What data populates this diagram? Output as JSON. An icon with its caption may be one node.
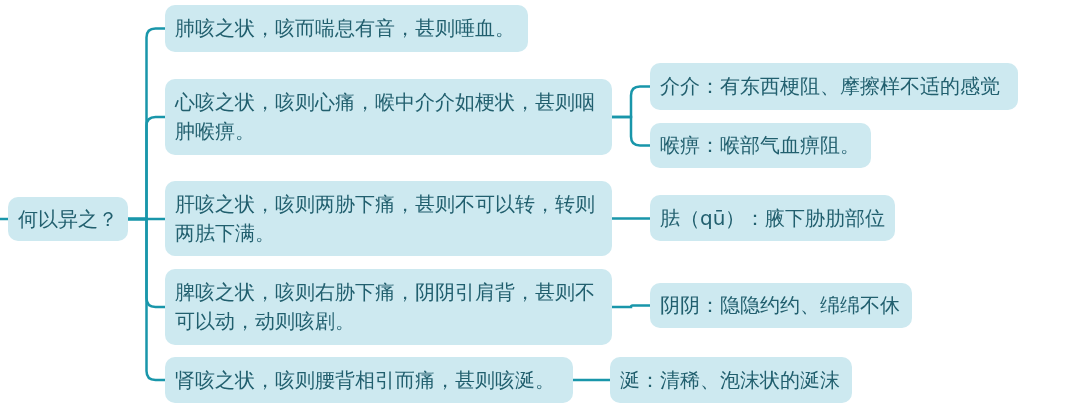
{
  "diagram": {
    "nodes": [
      {
        "text": [
          "何以异之？"
        ]
      },
      {
        "text": [
          "肺咳之状，咳而喘息有音，甚则唾血。"
        ]
      },
      {
        "text": [
          "心咳之状，咳则心痛，喉中介介如梗状，甚则咽肿喉痹。"
        ]
      },
      {
        "text": [
          "介介：有东西梗阻、摩擦样不适的感觉"
        ]
      },
      {
        "text": [
          "喉痹：喉部气血痹阻。"
        ]
      },
      {
        "text": [
          "肝咳之状，咳则两胁下痛，甚则不可以转，转则两胠下满。"
        ]
      },
      {
        "text": [
          "胠（qū）：腋下胁肋部位"
        ]
      },
      {
        "text": [
          "脾咳之状，咳则右胁下痛，阴阴引肩背，甚则不可以动，动则咳剧。"
        ]
      },
      {
        "text": [
          "阴阴：隐隐约约、绵绵不休"
        ]
      },
      {
        "text": [
          "肾咳之状，咳则腰背相引而痛，甚则咳涎。"
        ]
      },
      {
        "text": [
          "涎：清稀、泡沫状的涎沫"
        ]
      }
    ],
    "edges": [
      {
        "from": null,
        "to": 0,
        "arrow": "none"
      },
      {
        "from": 0,
        "to": 1,
        "arrow": "none"
      },
      {
        "from": 0,
        "to": 2,
        "arrow": "none"
      },
      {
        "from": 2,
        "to": 3,
        "arrow": "none"
      },
      {
        "from": 2,
        "to": 4,
        "arrow": "none"
      },
      {
        "from": 0,
        "to": 5,
        "arrow": "none"
      },
      {
        "from": 5,
        "to": 6,
        "arrow": "none"
      },
      {
        "from": 0,
        "to": 7,
        "arrow": "none"
      },
      {
        "from": 7,
        "to": 8,
        "arrow": "none"
      },
      {
        "from": 0,
        "to": 9,
        "arrow": "none"
      },
      {
        "from": 9,
        "to": 10,
        "arrow": "none"
      }
    ]
  }
}
